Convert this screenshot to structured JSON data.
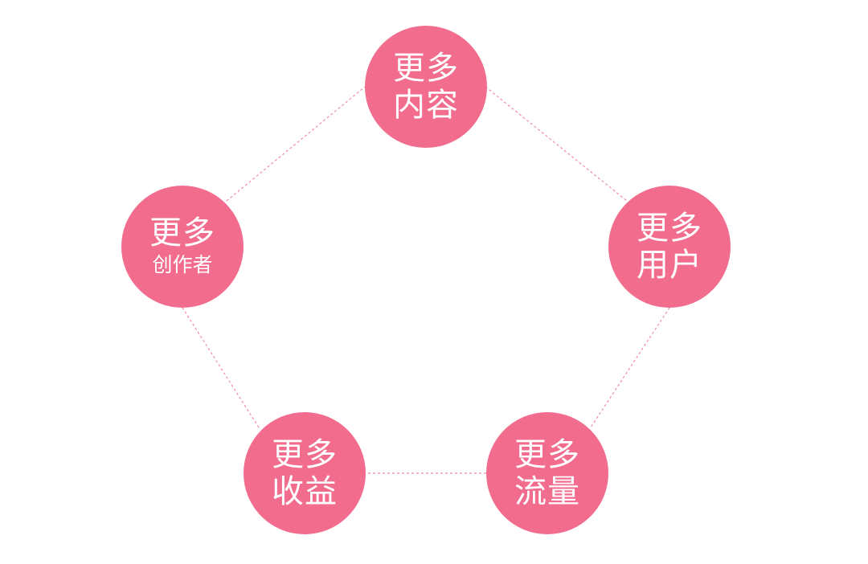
{
  "nodes": [
    {
      "id": "content",
      "line1": "更多",
      "line2": "内容"
    },
    {
      "id": "users",
      "line1": "更多",
      "line2": "用户"
    },
    {
      "id": "traffic",
      "line1": "更多",
      "line2": "流量"
    },
    {
      "id": "revenue",
      "line1": "更多",
      "line2": "收益"
    },
    {
      "id": "creators",
      "line1": "更多",
      "line2": "创作者"
    }
  ],
  "colors": {
    "node_fill": "#f16c8d",
    "node_text": "#ffffff",
    "connector": "#ef8aa3",
    "background": "#ffffff"
  }
}
